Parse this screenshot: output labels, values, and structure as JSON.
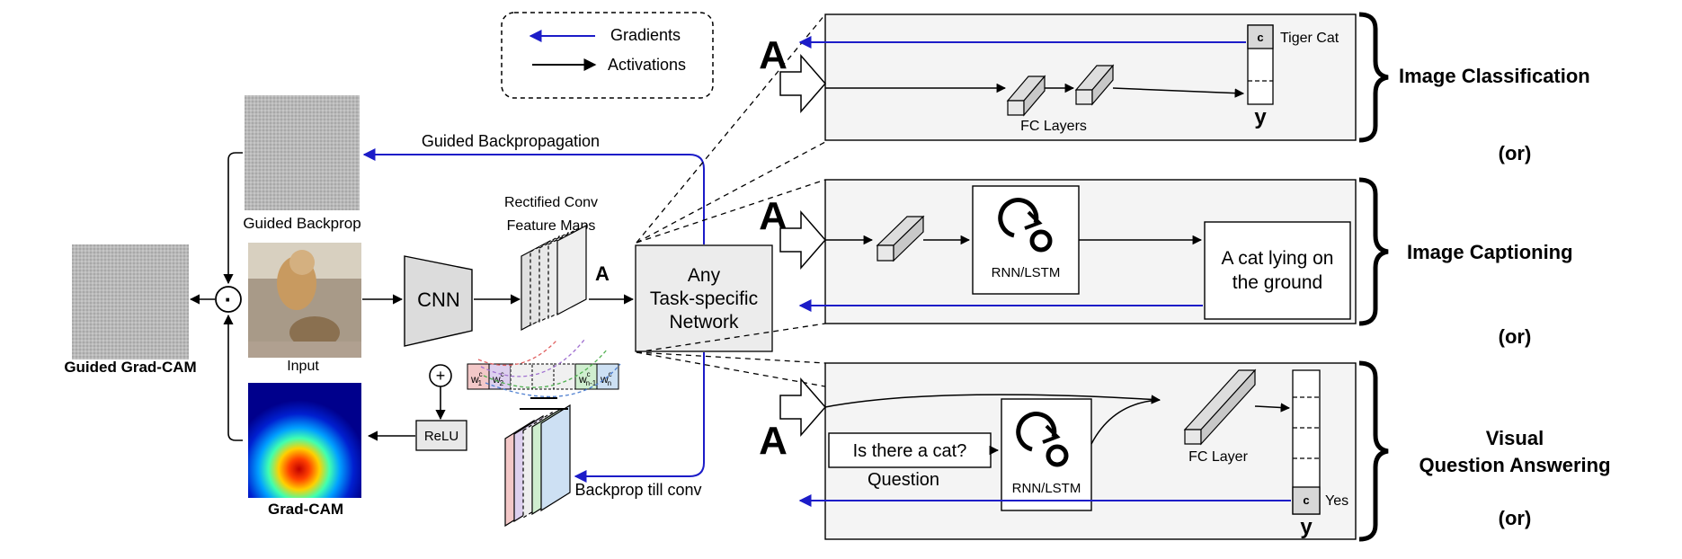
{
  "legend": {
    "gradients": "Gradients",
    "activations": "Activations"
  },
  "left": {
    "guided_backprop_caption": "Guided Backprop",
    "guided_gradcam_caption": "Guided Grad-CAM",
    "input_caption": "Input",
    "gradcam_caption": "Grad-CAM",
    "multiply_symbol": "·",
    "plus_symbol": "+",
    "relu_label": "ReLU"
  },
  "middle": {
    "cnn_label": "CNN",
    "feature_maps_line1": "Rectified Conv",
    "feature_maps_line2": "Feature Maps",
    "activation_symbol": "A",
    "guided_backprop_path": "Guided Backpropagation",
    "backprop_conv_path": "Backprop till conv",
    "network_line1": "Any",
    "network_line2": "Task-specific",
    "network_line3": "Network",
    "weights": [
      {
        "base": "w",
        "sup": "c",
        "sub": "1",
        "color": "#f3c8c8"
      },
      {
        "base": "w",
        "sup": "c",
        "sub": "2",
        "color": "#ddd0ee"
      },
      {
        "base": "",
        "sup": "",
        "sub": "",
        "color": "#f0f0f0"
      },
      {
        "base": "",
        "sup": "",
        "sub": "",
        "color": "#f0f0f0"
      },
      {
        "base": "",
        "sup": "",
        "sub": "",
        "color": "#f0f0f0"
      },
      {
        "base": "w",
        "sup": "c",
        "sub": "n-1",
        "color": "#cfeecf"
      },
      {
        "base": "w",
        "sup": "c",
        "sub": "n",
        "color": "#cde0f3"
      }
    ]
  },
  "tasks": {
    "classification": {
      "input_symbol": "A",
      "fc_label": "FC Layers",
      "class_cell": "c",
      "class_name": "Tiger Cat",
      "output_symbol": "y",
      "task_title": "Image Classification",
      "or_label": "(or)"
    },
    "captioning": {
      "input_symbol": "A",
      "rnn_label": "RNN/LSTM",
      "caption_line1": "A cat lying on",
      "caption_line2": "the ground",
      "task_title": "Image Captioning",
      "or_label": "(or)"
    },
    "vqa": {
      "input_symbol": "A",
      "question_text": "Is there a cat?",
      "question_caption": "Question",
      "rnn_label": "RNN/LSTM",
      "fc_label": "FC Layer",
      "answer_cell": "c",
      "answer_name": "Yes",
      "output_symbol": "y",
      "task_title_line1": "Visual",
      "task_title_line2": "Question Answering",
      "or_label": "(or)"
    }
  },
  "colors": {
    "gradient_arrow": "#1c1cc8",
    "panel_fill": "#f4f4f4"
  }
}
